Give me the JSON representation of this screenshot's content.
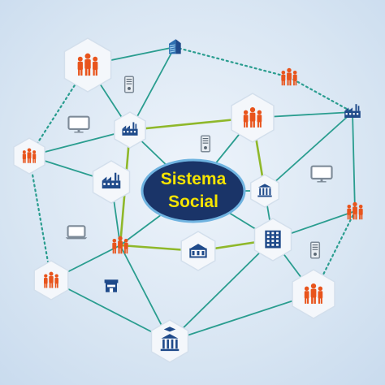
{
  "center": {
    "line1": "Sistema",
    "line2": "Social"
  },
  "colors": {
    "people": "#e8541c",
    "icon_blue": "#1f4a8a",
    "edge_teal": "#2a9d8f",
    "edge_green": "#8fb82a",
    "hub_fill": "#1a3468",
    "hub_stroke": "#6fb3e0",
    "hex_fill": "#f4f7fb",
    "hex_stroke": "#d3dfec"
  },
  "nodes": [
    {
      "id": "people-top-left",
      "icon": "people-group-icon"
    },
    {
      "id": "office-building-top",
      "icon": "office-building-icon"
    },
    {
      "id": "server-top",
      "icon": "server-tower-icon"
    },
    {
      "id": "people-top-right",
      "icon": "people-group-icon"
    },
    {
      "id": "factory-right",
      "icon": "factory-icon"
    },
    {
      "id": "monitor-upper-left",
      "icon": "monitor-icon"
    },
    {
      "id": "factory-upper-left",
      "icon": "factory-icon"
    },
    {
      "id": "server-center",
      "icon": "server-tower-icon"
    },
    {
      "id": "people-upper-center",
      "icon": "people-group-icon"
    },
    {
      "id": "people-left",
      "icon": "people-group-icon"
    },
    {
      "id": "factory-left",
      "icon": "factory-icon"
    },
    {
      "id": "monitor-right",
      "icon": "monitor-icon"
    },
    {
      "id": "bank-right",
      "icon": "bank-icon"
    },
    {
      "id": "people-far-right",
      "icon": "people-group-icon"
    },
    {
      "id": "laptop-left",
      "icon": "laptop-icon"
    },
    {
      "id": "people-mid-left",
      "icon": "people-group-icon"
    },
    {
      "id": "school-center",
      "icon": "school-building-icon"
    },
    {
      "id": "apartment-center",
      "icon": "apartment-building-icon"
    },
    {
      "id": "server-lower-right",
      "icon": "server-tower-icon"
    },
    {
      "id": "people-lower-left",
      "icon": "people-group-icon"
    },
    {
      "id": "shop-lower-left",
      "icon": "shop-building-icon"
    },
    {
      "id": "people-lower-right",
      "icon": "people-group-icon"
    },
    {
      "id": "university-bottom",
      "icon": "university-icon"
    }
  ]
}
